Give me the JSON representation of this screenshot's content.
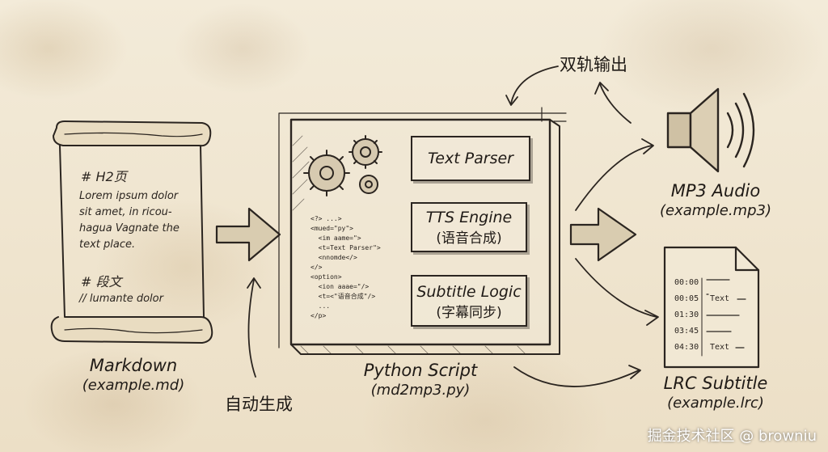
{
  "markdown": {
    "heading1": "# H2页",
    "lines": [
      "Lorem ipsum dolor",
      "sit amet, in ricou-",
      "hagua Vagnate the",
      "text place."
    ],
    "heading2": "# 段文",
    "comment": "// lumante dolor",
    "title": "Markdown",
    "file": "(example.md)"
  },
  "auto_label": "自动生成",
  "script": {
    "code": "<?> ...>\n<mued=\"py\">\n  <im aame=\">\n  <t=Text Parser\">\n  <nnomde</>\n</>\n<option>\n  <ion aaae=\"/>\n  <t=<\"语音合成\"/>\n  ...\n</p>",
    "modules": {
      "parser": "Text Parser",
      "tts_title": "TTS Engine",
      "tts_sub": "(语音合成)",
      "subtitle_title": "Subtitle Logic",
      "subtitle_sub": "(字幕同步)"
    },
    "title": "Python Script",
    "file": "(md2mp3.py)"
  },
  "dual_output": "双轨输出",
  "mp3": {
    "title": "MP3 Audio",
    "file": "(example.mp3)"
  },
  "lrc": {
    "times": [
      "00:00",
      "00:05",
      "01:30",
      "03:45",
      "04:30"
    ],
    "text_a": "Text",
    "text_b": "Text",
    "title": "LRC Subtitle",
    "file": "(example.lrc)"
  },
  "watermark": "掘金技术社区 @ browniu"
}
